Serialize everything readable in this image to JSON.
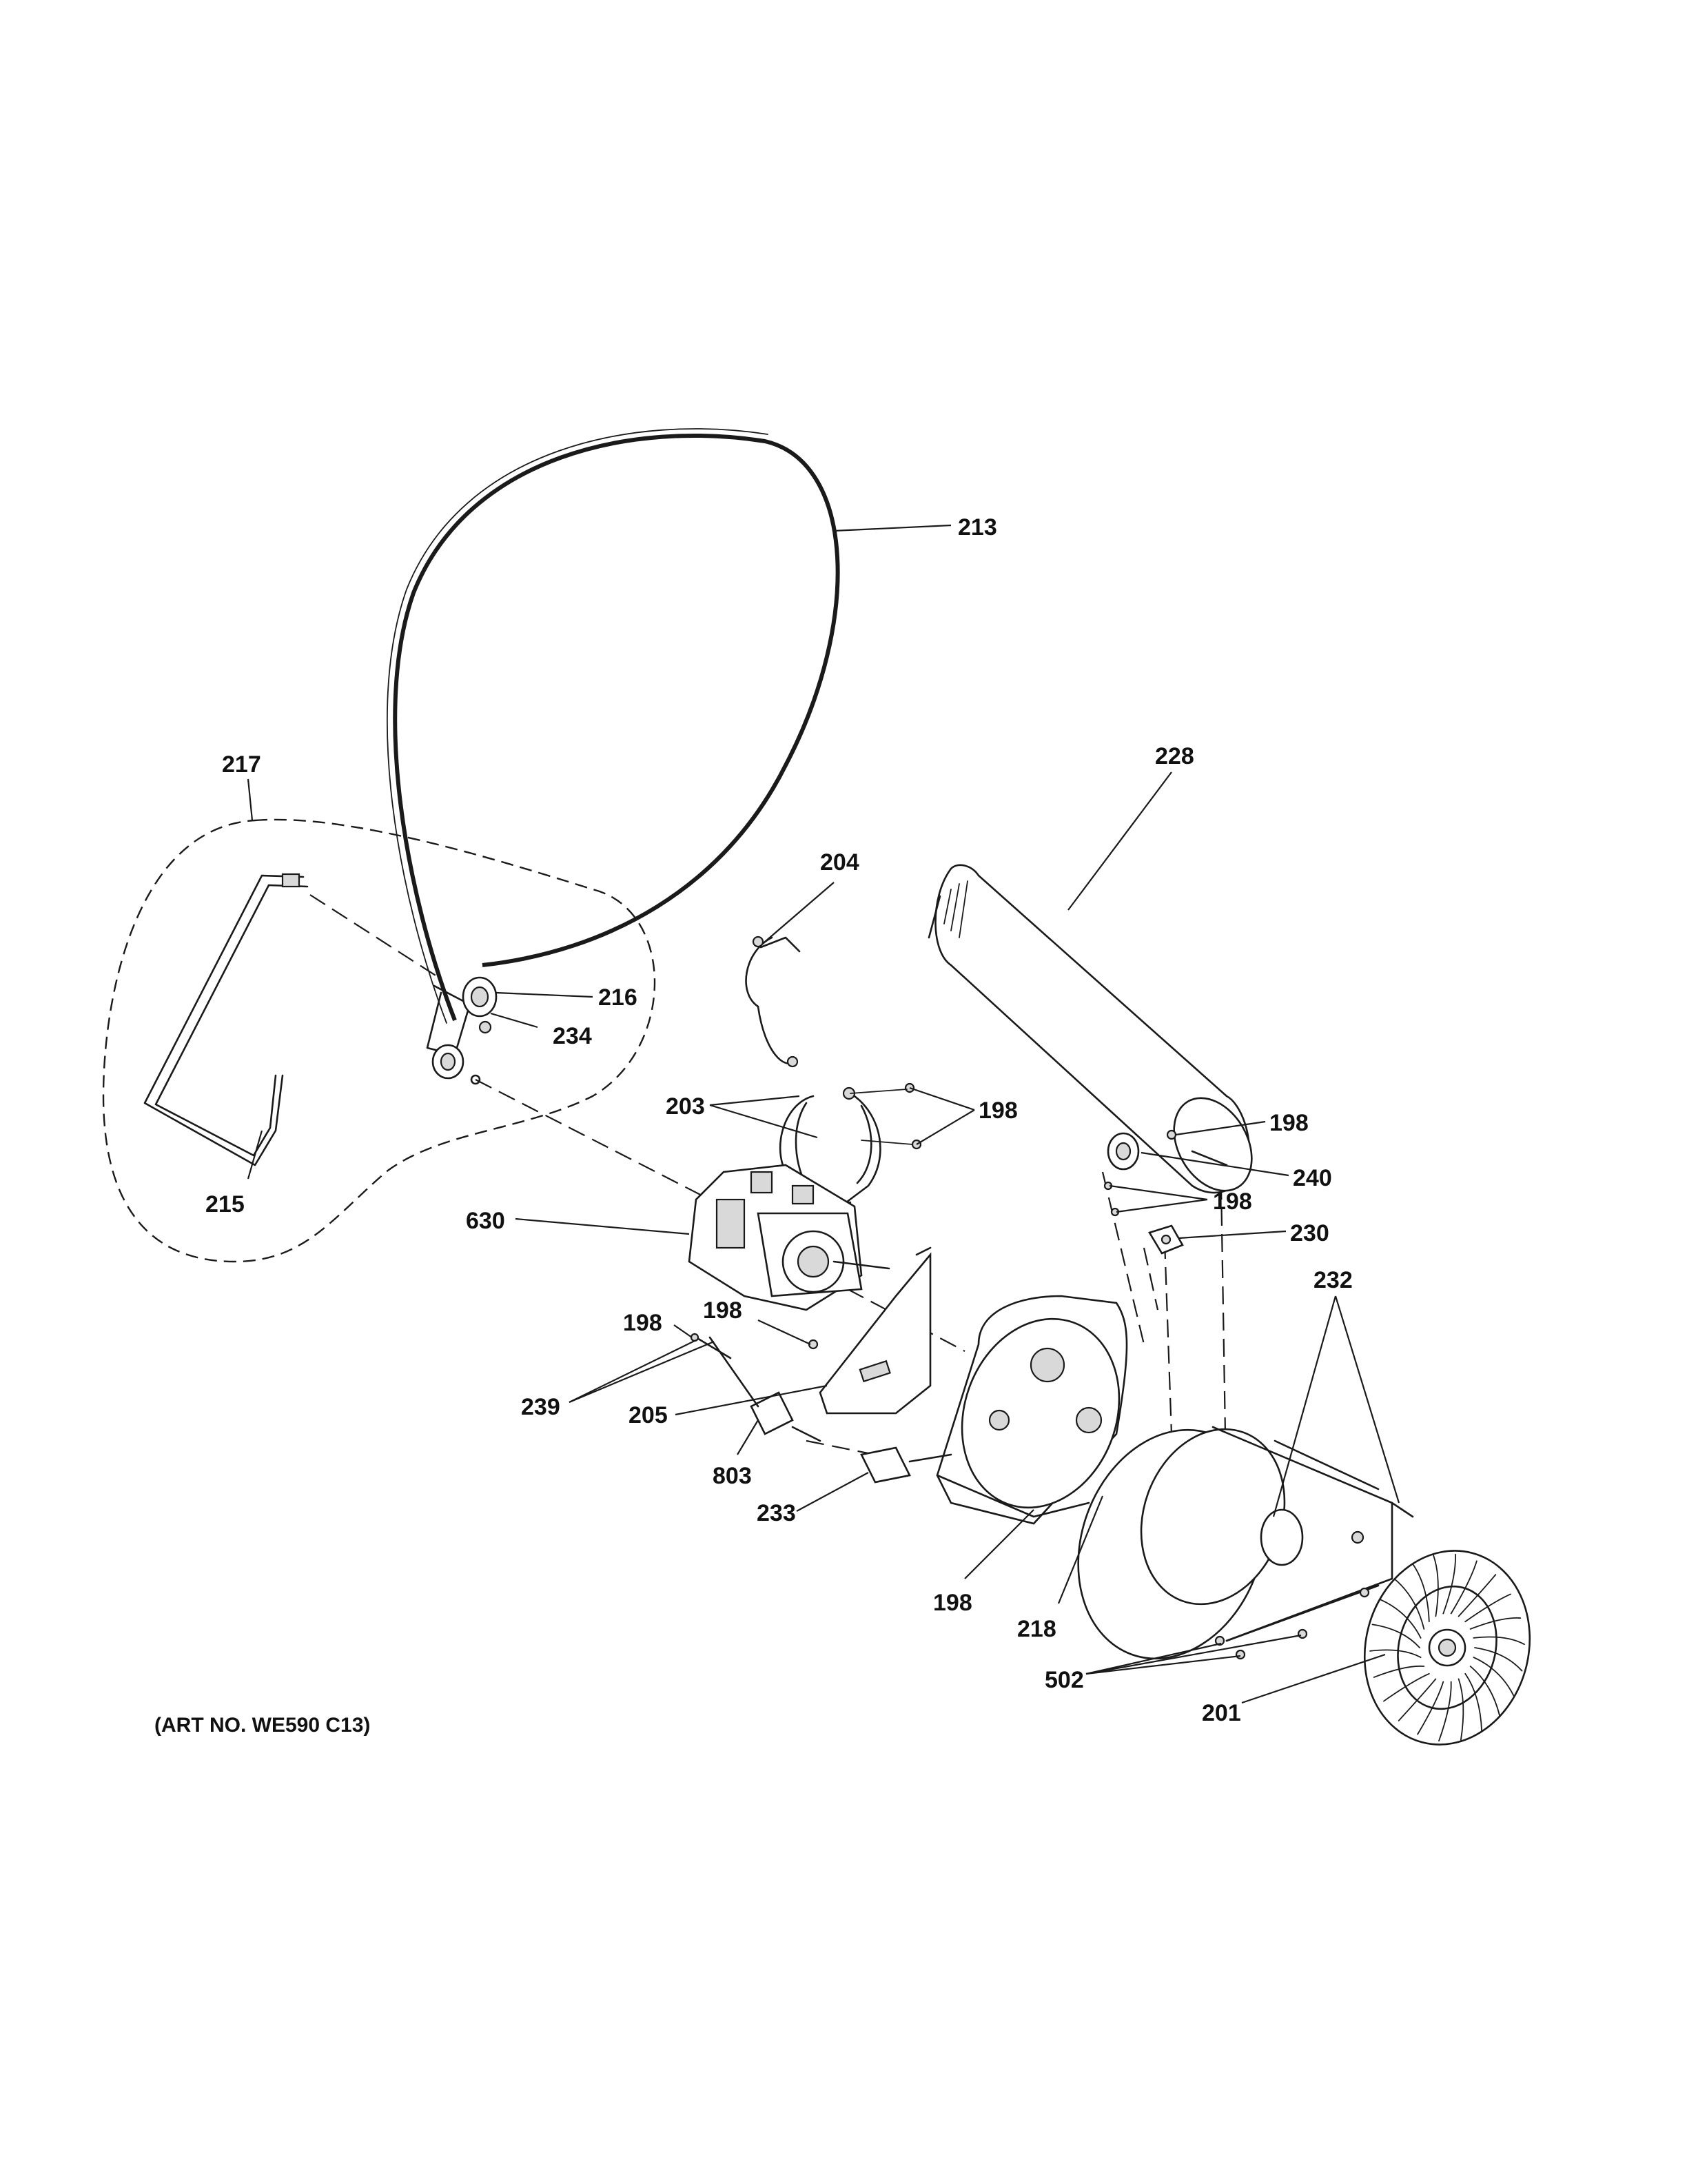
{
  "diagram": {
    "art_number": "(ART NO. WE590 C13)",
    "callouts": {
      "c213": "213",
      "c217": "217",
      "c228": "228",
      "c204": "204",
      "c216": "216",
      "c234": "234",
      "c203": "203",
      "c198_a": "198",
      "c198_b": "198",
      "c240": "240",
      "c198_c": "198",
      "c230": "230",
      "c215": "215",
      "c630": "630",
      "c232": "232",
      "c198_d": "198",
      "c198_e": "198",
      "c239": "239",
      "c205": "205",
      "c803": "803",
      "c233": "233",
      "c198_f": "198",
      "c218": "218",
      "c502": "502",
      "c201": "201"
    }
  }
}
